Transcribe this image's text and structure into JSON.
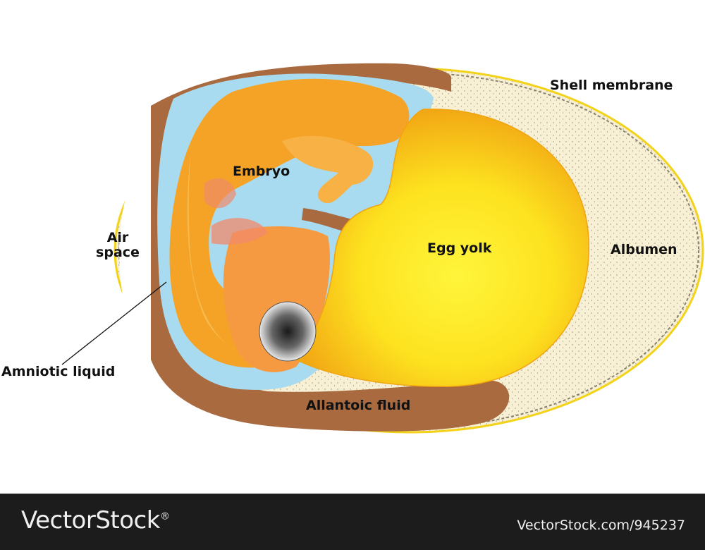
{
  "labels": {
    "shell_membrane": "Shell membrane",
    "embryo": "Embryo",
    "air_space_line1": "Air",
    "air_space_line2": "space",
    "egg_yolk": "Egg yolk",
    "albumen": "Albumen",
    "amniotic_liquid": "Amniotic liquid",
    "allantoic_fluid": "Allantoic fluid"
  },
  "footer": {
    "brand": "VectorStock",
    "trademark": "®",
    "image_id": "VectorStock.com/945237"
  },
  "colors": {
    "albumen": "#f7f0d4",
    "shell_outline": "#f3d21a",
    "membrane_brown": "#a86a3e",
    "amniotic_blue": "#a9dbf0",
    "embryo_orange": "#f5a326",
    "yolk_core": "#fff23a",
    "yolk_edge": "#f0a40f",
    "footer_bg": "#1c1c1c"
  }
}
